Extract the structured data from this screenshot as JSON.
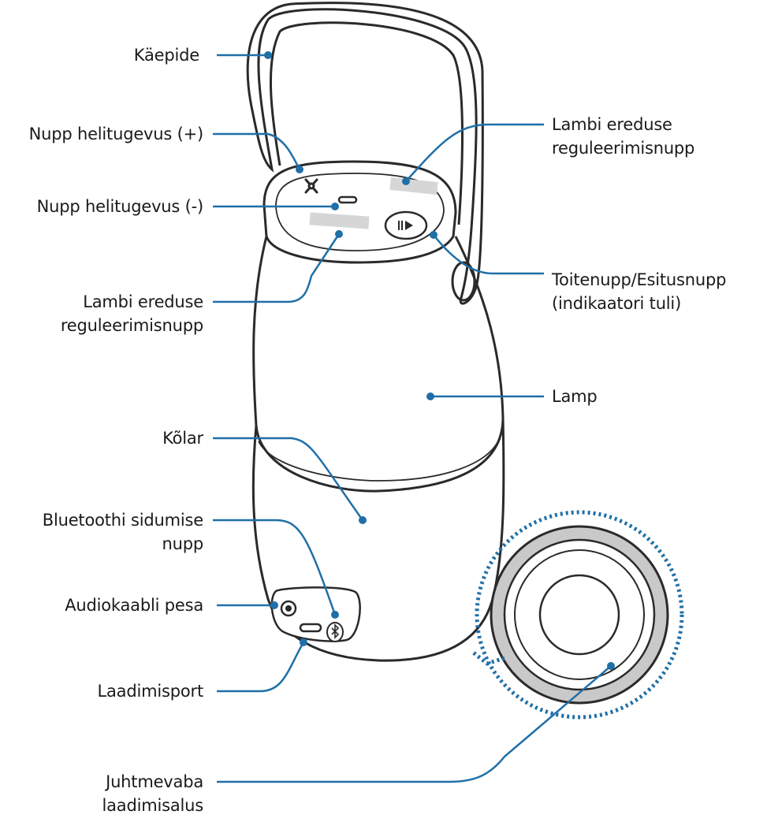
{
  "colors": {
    "leader_line": "#1f6fa8",
    "outline": "#2a2a2a",
    "label_text": "#1a1a1a",
    "strip": "#d6d6d6",
    "base_fill": "#c9c9c9"
  },
  "labels": {
    "handle": "Käepide",
    "volume_up": "Nupp helitugevus (+)",
    "volume_down": "Nupp helitugevus (-)",
    "brightness_left_1": "Lambi ereduse",
    "brightness_left_2": "reguleerimisnupp",
    "speaker": "Kõlar",
    "bluetooth_1": "Bluetoothi sidumise",
    "bluetooth_2": "nupp",
    "audio_jack": "Audiokaabli pesa",
    "charging_port": "Laadimisport",
    "wireless_base_1": "Juhtmevaba",
    "wireless_base_2": "laadimisalus",
    "brightness_right_1": "Lambi ereduse",
    "brightness_right_2": "reguleerimisnupp",
    "power_play_1": "Toitenupp/Esitusnupp",
    "power_play_2": "(indikaatori tuli)",
    "lamp": "Lamp"
  },
  "icons": {
    "volume_up": "plus-icon",
    "volume_down": "minus-icon",
    "play_pause": "play-pause-icon",
    "bluetooth": "bluetooth-icon",
    "audio_jack": "audio-jack-icon",
    "charging_port": "usb-port-icon"
  }
}
